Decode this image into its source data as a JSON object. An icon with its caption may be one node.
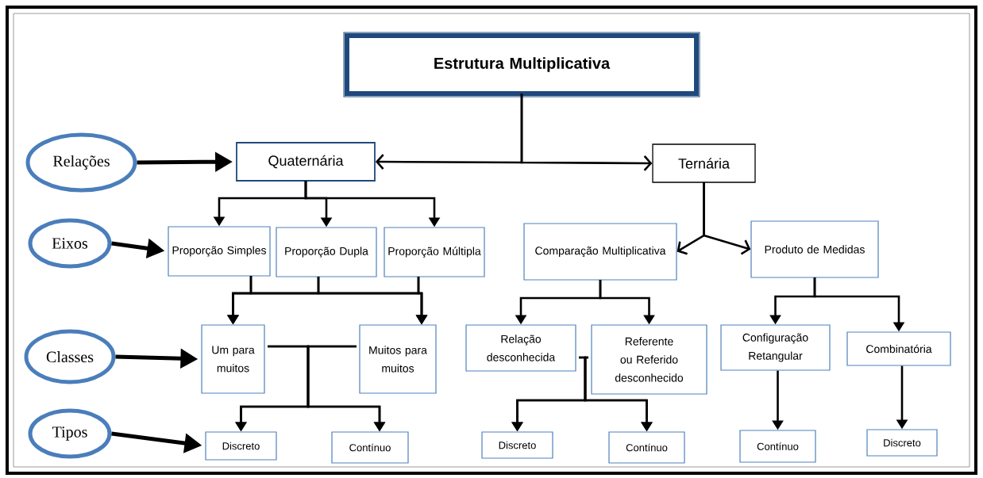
{
  "diagram": {
    "nodes": [
      {
        "text": [
          "Estrutura Multiplicativa"
        ]
      },
      {
        "text": [
          "Relações"
        ]
      },
      {
        "text": [
          "Quaternária"
        ]
      },
      {
        "text": [
          "Ternária"
        ]
      },
      {
        "text": [
          "Eixos"
        ]
      },
      {
        "text": [
          "Proporção Simples"
        ]
      },
      {
        "text": [
          "Proporção Dupla"
        ]
      },
      {
        "text": [
          "Proporção Múltipla"
        ]
      },
      {
        "text": [
          "Comparação Multiplicativa"
        ]
      },
      {
        "text": [
          "Produto de Medidas"
        ]
      },
      {
        "text": [
          "Classes"
        ]
      },
      {
        "text": [
          "Um para muitos"
        ]
      },
      {
        "text": [
          "Muitos para muitos"
        ]
      },
      {
        "text": [
          "Relação desconhecida"
        ]
      },
      {
        "text": [
          "Referente ou Referido desconhecido"
        ]
      },
      {
        "text": [
          "Configuração Retangular"
        ]
      },
      {
        "text": [
          "Combinatória"
        ]
      },
      {
        "text": [
          "Tipos"
        ]
      },
      {
        "text": [
          "Discreto"
        ]
      },
      {
        "text": [
          "Contínuo"
        ]
      },
      {
        "text": [
          "Discreto"
        ]
      },
      {
        "text": [
          "Contínuo"
        ]
      },
      {
        "text": [
          "Contínuo"
        ]
      },
      {
        "text": [
          "Discreto"
        ]
      }
    ],
    "edges": [
      {
        "from": 0,
        "to": 2,
        "arrow": "to"
      },
      {
        "from": 0,
        "to": 3,
        "arrow": "to"
      },
      {
        "from": 1,
        "to": 2,
        "arrow": "to",
        "style": "thick"
      },
      {
        "from": 2,
        "to": 5,
        "arrow": "to"
      },
      {
        "from": 2,
        "to": 6,
        "arrow": "to"
      },
      {
        "from": 2,
        "to": 7,
        "arrow": "to"
      },
      {
        "from": 3,
        "to": 8,
        "arrow": "to"
      },
      {
        "from": 3,
        "to": 9,
        "arrow": "to"
      },
      {
        "from": 4,
        "to": 5,
        "arrow": "to",
        "style": "thick"
      },
      {
        "from": 5,
        "to": 11,
        "arrow": "to"
      },
      {
        "from": 5,
        "to": 12,
        "arrow": "to"
      },
      {
        "from": 6,
        "to": 11,
        "arrow": "to"
      },
      {
        "from": 6,
        "to": 12,
        "arrow": "to"
      },
      {
        "from": 7,
        "to": 11,
        "arrow": "to"
      },
      {
        "from": 7,
        "to": 12,
        "arrow": "to"
      },
      {
        "from": 8,
        "to": 13,
        "arrow": "to"
      },
      {
        "from": 8,
        "to": 14,
        "arrow": "to"
      },
      {
        "from": 9,
        "to": 15,
        "arrow": "to"
      },
      {
        "from": 9,
        "to": 16,
        "arrow": "to"
      },
      {
        "from": 10,
        "to": 11,
        "arrow": "to",
        "style": "thick"
      },
      {
        "from": 11,
        "to": 18,
        "arrow": "to"
      },
      {
        "from": 11,
        "to": 19,
        "arrow": "to"
      },
      {
        "from": 12,
        "to": 18,
        "arrow": "to"
      },
      {
        "from": 12,
        "to": 19,
        "arrow": "to"
      },
      {
        "from": 13,
        "to": 20,
        "arrow": "to"
      },
      {
        "from": 13,
        "to": 21,
        "arrow": "to"
      },
      {
        "from": 14,
        "to": 20,
        "arrow": "to"
      },
      {
        "from": 14,
        "to": 21,
        "arrow": "to"
      },
      {
        "from": 15,
        "to": 22,
        "arrow": "to"
      },
      {
        "from": 16,
        "to": 23,
        "arrow": "to"
      },
      {
        "from": 17,
        "to": 18,
        "arrow": "to",
        "style": "thick"
      }
    ]
  }
}
